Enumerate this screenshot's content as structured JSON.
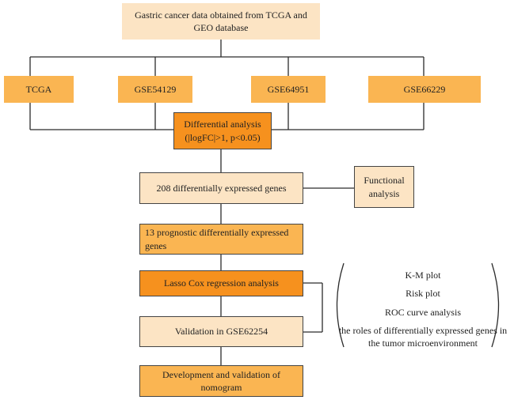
{
  "nodes": {
    "source": "Gastric cancer data obtained from TCGA and GEO database",
    "tcga": "TCGA",
    "gse54129": "GSE54129",
    "gse64951": "GSE64951",
    "gse66229": "GSE66229",
    "differential_line1": "Differential analysis",
    "differential_line2": "(|logFC|>1, p<0.05)",
    "degs": "208 differentially expressed genes",
    "functional_line1": "Functional",
    "functional_line2": "analysis",
    "prognostic": "13 prognostic differentially expressed genes",
    "lasso": "Lasso Cox regression analysis",
    "validation": "Validation in GSE62254",
    "nomogram": "Development  and validation of nomogram"
  },
  "analyses": [
    "K-M plot",
    "Risk plot",
    "ROC curve analysis",
    "the roles of differentially expressed genes in the tumor microenvironment"
  ],
  "colors": {
    "light": "#fce4c4",
    "mid": "#fab552",
    "dark": "#f6911e",
    "line": "#2b2b2b"
  }
}
